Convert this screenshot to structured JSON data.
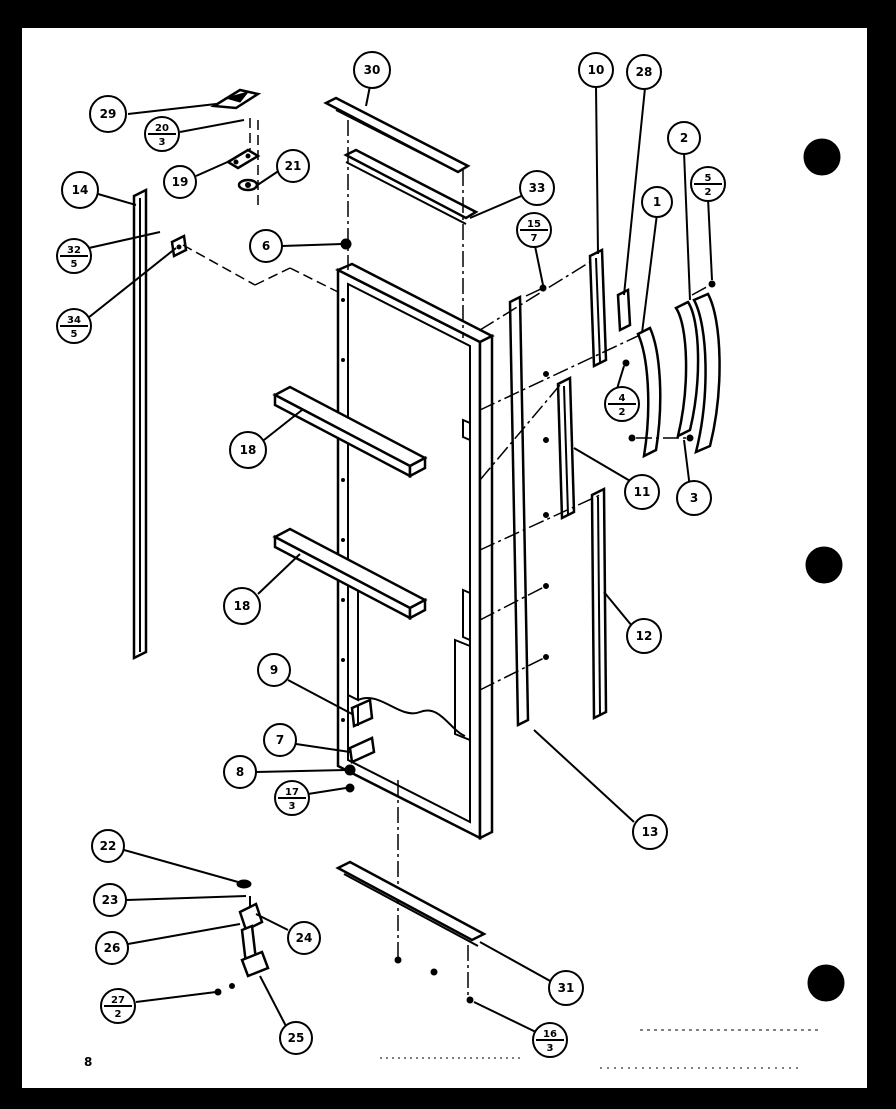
{
  "page_number": "8",
  "callouts": {
    "c1": "1",
    "c2": "2",
    "c3": "3",
    "c6": "6",
    "c7": "7",
    "c8": "8",
    "c9": "9",
    "c10": "10",
    "c11": "11",
    "c12": "12",
    "c13": "13",
    "c14": "14",
    "c18a": "18",
    "c18b": "18",
    "c19": "19",
    "c21": "21",
    "c22": "22",
    "c23": "23",
    "c24": "24",
    "c25": "25",
    "c26": "26",
    "c28": "28",
    "c29": "29",
    "c30": "30",
    "c31": "31",
    "c33": "33"
  },
  "fractions": {
    "f20": {
      "top": "20",
      "bottom": "3"
    },
    "f32": {
      "top": "32",
      "bottom": "5"
    },
    "f34": {
      "top": "34",
      "bottom": "5"
    },
    "f15": {
      "top": "15",
      "bottom": "7"
    },
    "f5": {
      "top": "5",
      "bottom": "2"
    },
    "f4": {
      "top": "4",
      "bottom": "2"
    },
    "f17": {
      "top": "17",
      "bottom": "3"
    },
    "f27": {
      "top": "27",
      "bottom": "2"
    },
    "f16": {
      "top": "16",
      "bottom": "3"
    }
  },
  "colors": {
    "paper": "#ffffff",
    "ink": "#000000",
    "background": "#000000"
  }
}
